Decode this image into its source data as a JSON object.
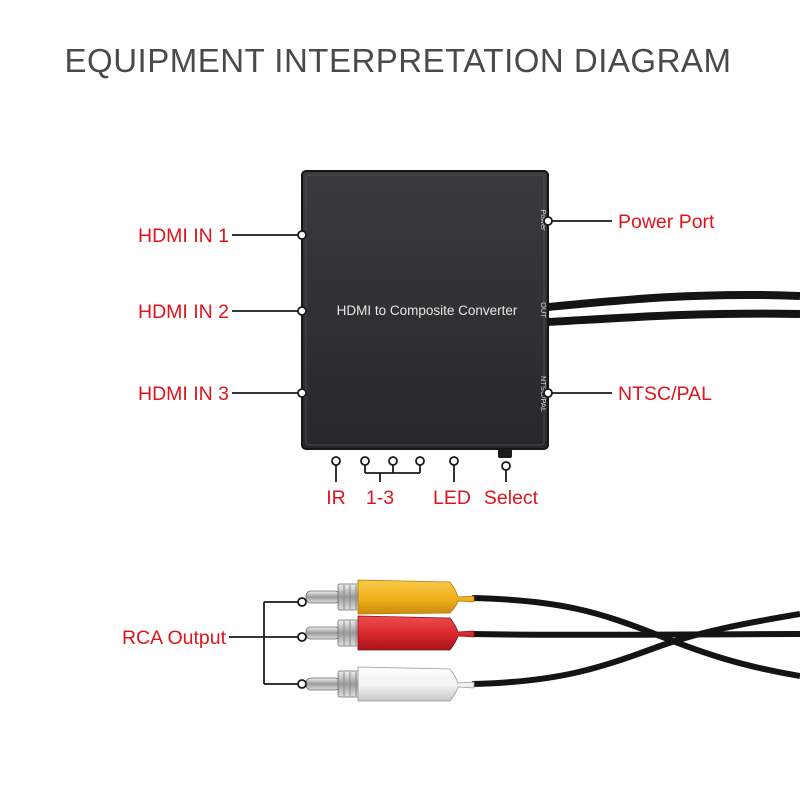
{
  "title": "EQUIPMENT INTERPRETATION DIAGRAM",
  "colors": {
    "callout_text": "#e0141c",
    "leader_line": "#1a1a1a",
    "device_body": "#2f2f31",
    "plug_yellow": "#f2b21c",
    "plug_red": "#d7262c",
    "plug_white": "#f4f4f4"
  },
  "device": {
    "label": "HDMI to Composite Converter",
    "power_label": "Power",
    "out_label": "OUT",
    "ntsc_label": "NTSC/PAL"
  },
  "callouts": {
    "hdmi_in_1": "HDMI IN 1",
    "hdmi_in_2": "HDMI IN 2",
    "hdmi_in_3": "HDMI IN 3",
    "power_port": "Power Port",
    "ntsc_pal": "NTSC/PAL",
    "ir": "IR",
    "one_three": "1-3",
    "led": "LED",
    "select": "Select",
    "rca_output": "RCA Output"
  }
}
